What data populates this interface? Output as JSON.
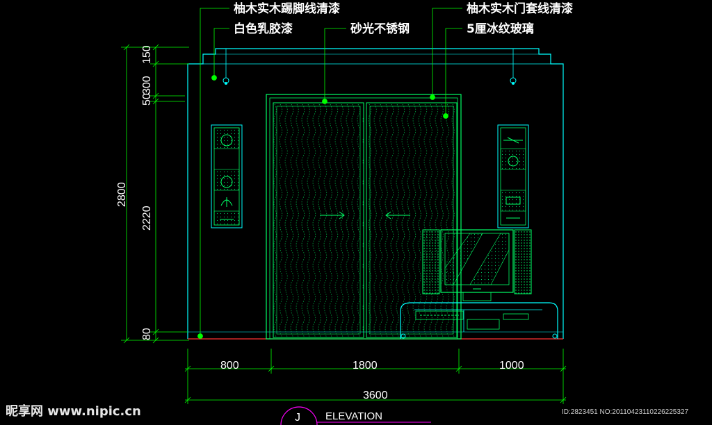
{
  "labels": {
    "teak_skirting": "柚木实木踢脚线清漆",
    "white_latex": "白色乳胶漆",
    "stainless": "砂光不锈钢",
    "teak_door_frame": "柚木实木门套线清漆",
    "ice_glass": "5厘冰纹玻璃"
  },
  "dimensions": {
    "h_150": "150",
    "h_300": "300",
    "h_50": "50",
    "h_2220": "2220",
    "h_80": "80",
    "h_2800": "2800",
    "w_800": "800",
    "w_1800": "1800",
    "w_1000": "1000",
    "w_3600": "3600"
  },
  "title": {
    "marker": "J",
    "text": "ELEVATION"
  },
  "footer": {
    "watermark": "昵享网 www.nipic.cn",
    "id_text": "ID:2823451 NO:20110423110226225327"
  },
  "colors": {
    "outline": "#00ffff",
    "detail": "#00ff66",
    "dimension": "#00ff00",
    "accent": "#ff00ff",
    "floor": "#ff3333"
  }
}
